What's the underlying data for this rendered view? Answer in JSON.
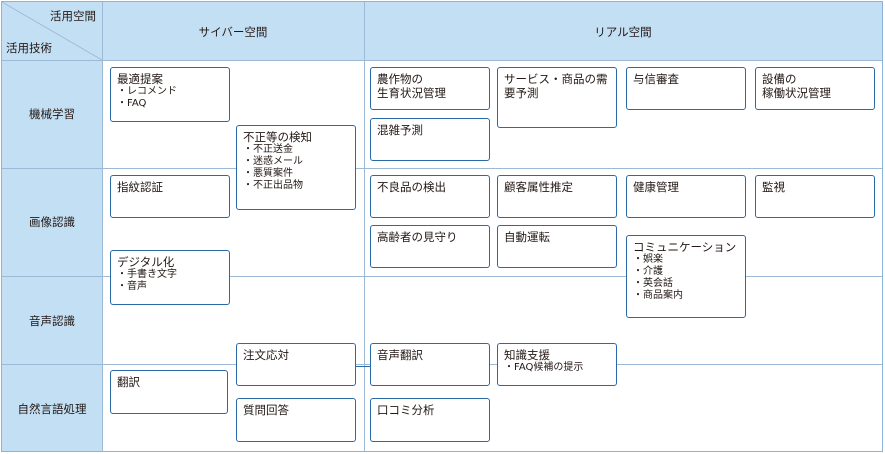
{
  "header": {
    "corner_top": "活用空間",
    "corner_bottom": "活用技術",
    "cyber": "サイバー空間",
    "real": "リアル空間"
  },
  "rows": [
    "機械学習",
    "画像認識",
    "音声認識",
    "自然言語処理"
  ],
  "boxes": {
    "recommend": {
      "title": "最適提案",
      "items": [
        "・レコメンド",
        "・FAQ"
      ]
    },
    "fraud": {
      "title": "不正等の検知",
      "items": [
        "・不正送金",
        "・迷惑メール",
        "・悪質案件",
        "・不正出品物"
      ]
    },
    "crop": {
      "title": "農作物の",
      "title2": "生育状況管理"
    },
    "demand": {
      "title": "サービス・商品の需",
      "title2": "要予測"
    },
    "credit": {
      "title": "与信審査"
    },
    "equipment": {
      "title": "設備の",
      "title2": "稼働状況管理"
    },
    "congestion": {
      "title": "混雑予測"
    },
    "fingerprint": {
      "title": "指紋認証"
    },
    "defect": {
      "title": "不良品の検出"
    },
    "customer": {
      "title": "顧客属性推定"
    },
    "health": {
      "title": "健康管理"
    },
    "monitoring": {
      "title": "監視"
    },
    "elderly": {
      "title": "高齢者の見守り"
    },
    "autodrive": {
      "title": "自動運転"
    },
    "digitize": {
      "title": "デジタル化",
      "items": [
        "・手書き文字",
        "・音声"
      ]
    },
    "communication": {
      "title": "コミュニケーション",
      "items": [
        "・娯楽",
        "・介護",
        "・英会話",
        "・商品案内"
      ]
    },
    "order": {
      "title": "注文応対"
    },
    "voicetrans": {
      "title": "音声翻訳"
    },
    "knowledge": {
      "title": "知識支援",
      "items": [
        "・FAQ候補の提示"
      ]
    },
    "translate": {
      "title": "翻訳"
    },
    "qa": {
      "title": "質問回答"
    },
    "reviews": {
      "title": "口コミ分析"
    }
  }
}
